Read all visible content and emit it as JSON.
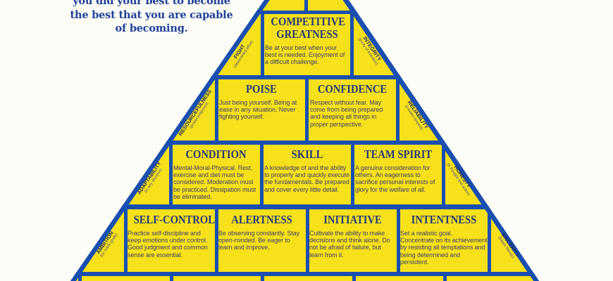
{
  "headline": {
    "line1": "you did your best to become",
    "line2": "the best that you are capable",
    "line3": "of becoming."
  },
  "colors": {
    "blue": "#1a4fb0",
    "yellow": "#f7e11b",
    "title": "#1e3a7a"
  },
  "blocks": {
    "competitive_greatness": {
      "title1": "COMPETITIVE",
      "title2": "GREATNESS",
      "desc": "Be at your best when your best is needed. Enjoyment of a difficult challenge."
    },
    "poise": {
      "title": "POISE",
      "desc": "Just being yourself. Being at ease in any situation. Never fighting yourself."
    },
    "confidence": {
      "title": "CONFIDENCE",
      "desc": "Respect without fear. May come from being prepared and keeping all things in proper perspective."
    },
    "condition": {
      "title": "CONDITION",
      "desc": "Mental-Moral-Physical. Rest, exercise and diet must be considered. Moderation must be practiced. Dissipation must be eliminated."
    },
    "skill": {
      "title": "SKILL",
      "desc": "A knowledge of and the ability to properly and quickly execute the fundamentals. Be prepared and cover every little detail."
    },
    "team_spirit": {
      "title": "TEAM SPIRIT",
      "desc": "A genuine consideration for others. An eagerness to sacrifice personal interests of glory for the welfare of all."
    },
    "self_control": {
      "title": "SELF-CONTROL",
      "desc": "Practice self-discipline and keep emotions under control. Good judgment and common sense are essential."
    },
    "alertness": {
      "title": "ALERTNESS",
      "desc": "Be observing constantly. Stay open-minded. Be eager to learn and improve."
    },
    "initiative": {
      "title": "INITIATIVE",
      "desc": "Cultivate the ability to make decisions and think alone. Do not be afraid of failure, but learn from it."
    },
    "intentness": {
      "title": "INTENTNESS",
      "desc": "Set a realistic goal. Concentrate on its achievement by resisting all temptations and being determined and persistent."
    }
  },
  "sides": {
    "fight": {
      "name": "FIGHT",
      "sub": "(determined effort)"
    },
    "integrity": {
      "name": "INTEGRITY",
      "sub": "(purity of intention)"
    },
    "resourcefulness": {
      "name": "RESOURCEFULNESS",
      "sub": "(proper judgment)"
    },
    "reliability": {
      "name": "RELIABILITY",
      "sub": "(creates respect)"
    },
    "adaptability": {
      "name": "ADAPTABILITY",
      "sub": "(to any situation)"
    },
    "honesty": {
      "name": "HONESTY",
      "sub": "(in thought and action)"
    },
    "ambition": {
      "name": "AMBITION",
      "sub": "(for noble goals)"
    },
    "sincerity": {
      "name": "SINCERITY",
      "sub": "(keeps friends)"
    }
  }
}
